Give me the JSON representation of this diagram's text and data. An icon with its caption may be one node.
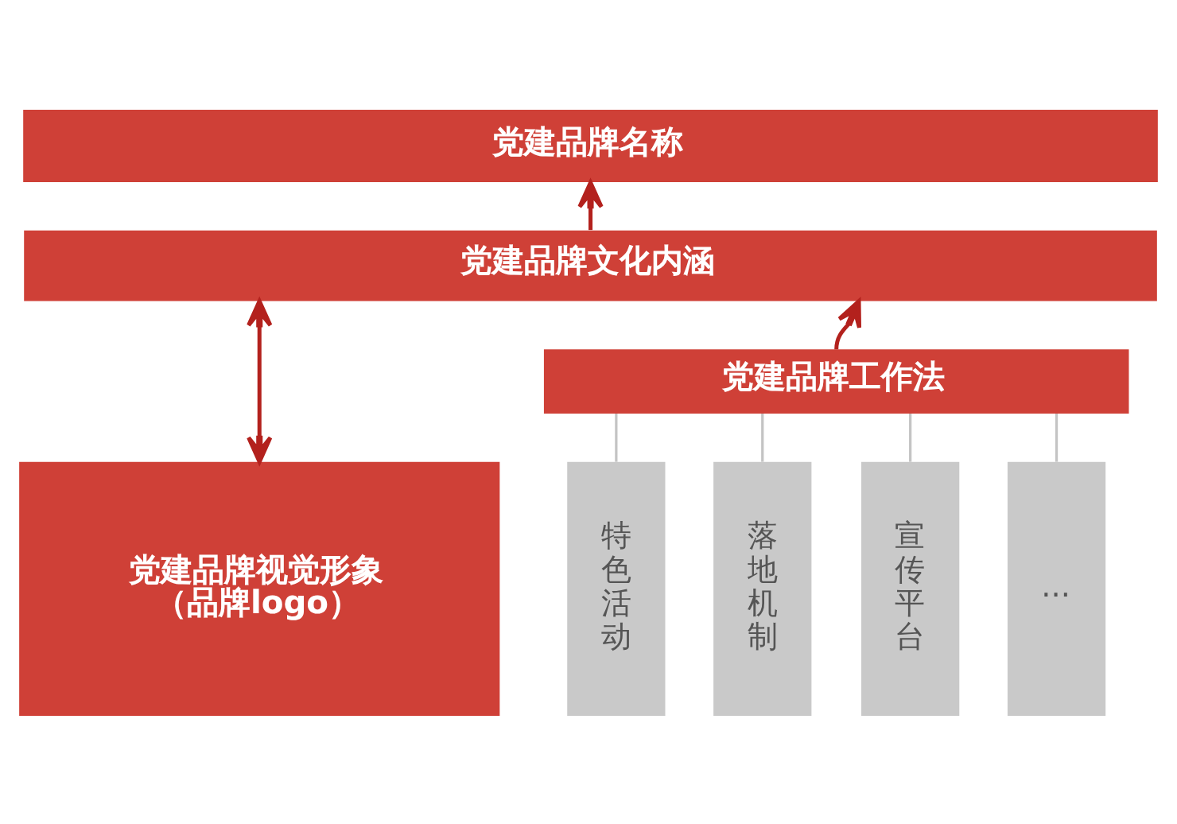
{
  "diagram": {
    "nodes": [
      {
        "text": [
          "党建品牌名称"
        ]
      },
      {
        "text": [
          "党建品牌文化内涵"
        ]
      },
      {
        "text": [
          "党建品牌视觉形象",
          "（品牌logo）"
        ]
      },
      {
        "text": [
          "党建品牌工作法"
        ]
      },
      {
        "text": [
          "特色活动"
        ]
      },
      {
        "text": [
          "落地机制"
        ]
      },
      {
        "text": [
          "宣传平台"
        ]
      },
      {
        "text": [
          "..."
        ]
      }
    ],
    "edges": [
      {
        "from": 1,
        "to": 0,
        "arrow": "to",
        "color": "#b3211d"
      },
      {
        "from": 1,
        "to": 2,
        "arrow": "both",
        "color": "#b3211d"
      },
      {
        "from": 3,
        "to": 1,
        "arrow": "to",
        "color": "#b3211d"
      },
      {
        "from": 3,
        "to": 4,
        "arrow": "none"
      },
      {
        "from": 3,
        "to": 5,
        "arrow": "none"
      },
      {
        "from": 3,
        "to": 6,
        "arrow": "none"
      },
      {
        "from": 3,
        "to": 7,
        "arrow": "none"
      }
    ]
  }
}
